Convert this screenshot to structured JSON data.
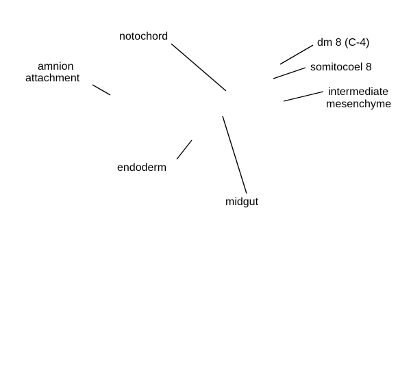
{
  "labels": {
    "notochord": "notochord",
    "amnion_attachment_line1": "amnion",
    "amnion_attachment_line2": "attachment",
    "dm8": "dm 8 (C-4)",
    "somitocoel8": "somitocoel 8",
    "intermediate_mesenchyme_line1": "intermediate",
    "intermediate_mesenchyme_line2": "mesenchyme",
    "endoderm": "endoderm",
    "midgut": "midgut"
  },
  "colors": {
    "ink": "#000000",
    "background": "#ffffff"
  }
}
